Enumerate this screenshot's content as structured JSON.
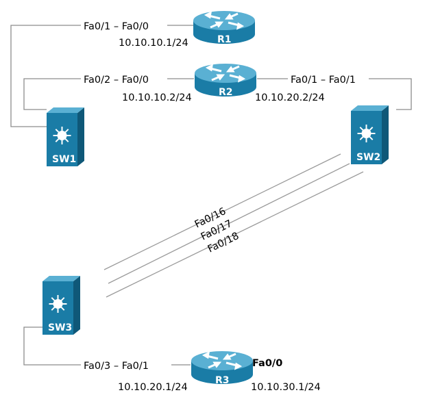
{
  "colors": {
    "device_front": "#1a7ca6",
    "device_top": "#5ab0d3",
    "device_side": "#0f5878",
    "link": "#8c8c8c"
  },
  "devices": {
    "r1": {
      "name": "R1",
      "icon": "router-icon"
    },
    "r2": {
      "name": "R2",
      "icon": "router-icon"
    },
    "r3": {
      "name": "R3",
      "icon": "router-icon"
    },
    "sw1": {
      "name": "SW1",
      "icon": "multilayer-switch-icon"
    },
    "sw2": {
      "name": "SW2",
      "icon": "multilayer-switch-icon"
    },
    "sw3": {
      "name": "SW3",
      "icon": "multilayer-switch-icon"
    }
  },
  "links": {
    "sw1_r1": "Fa0/1 – Fa0/0",
    "sw1_r2": "Fa0/2 – Fa0/0",
    "r2_sw2": "Fa0/1 – Fa0/1",
    "sw3_r3": "Fa0/3 – Fa0/1",
    "trunk_1": "Fa0/16",
    "trunk_2": "Fa0/17",
    "trunk_3": "Fa0/18"
  },
  "addresses": {
    "r1_fa00": "10.10.10.1/24",
    "r2_fa00": "10.10.10.2/24",
    "r2_fa01": "10.10.20.2/24",
    "r3_fa01": "10.10.20.1/24",
    "r3_fa00_port": "Fa0/0",
    "r3_fa00": "10.10.30.1/24"
  }
}
